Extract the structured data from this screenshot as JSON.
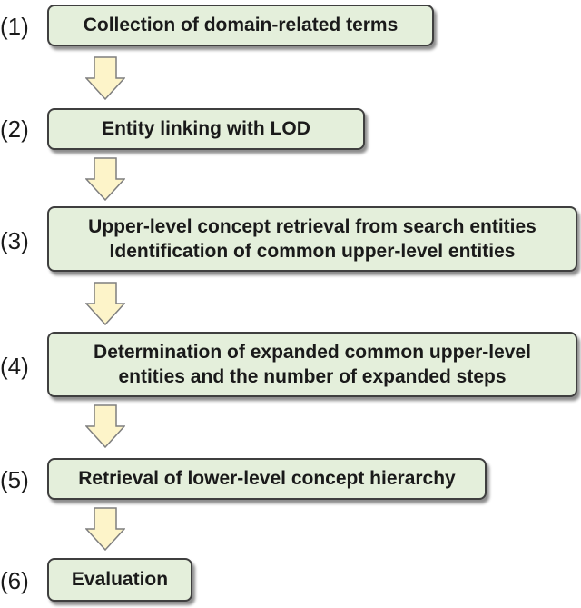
{
  "colors": {
    "box_fill": "#e4efdb",
    "box_border": "#3f3f3f",
    "arrow_fill": "#fdf4c9",
    "arrow_stroke": "#7f7f7f"
  },
  "steps": [
    {
      "number": "(1)",
      "lines": [
        "Collection of domain-related terms"
      ]
    },
    {
      "number": "(2)",
      "lines": [
        "Entity linking with LOD"
      ]
    },
    {
      "number": "(3)",
      "lines": [
        "Upper-level concept retrieval from search entities",
        "Identification of common upper-level entities"
      ]
    },
    {
      "number": "(4)",
      "lines": [
        "Determination of expanded common upper-level",
        "entities and the number of expanded steps"
      ]
    },
    {
      "number": "(5)",
      "lines": [
        "Retrieval of lower-level concept hierarchy"
      ]
    },
    {
      "number": "(6)",
      "lines": [
        "Evaluation"
      ]
    }
  ]
}
